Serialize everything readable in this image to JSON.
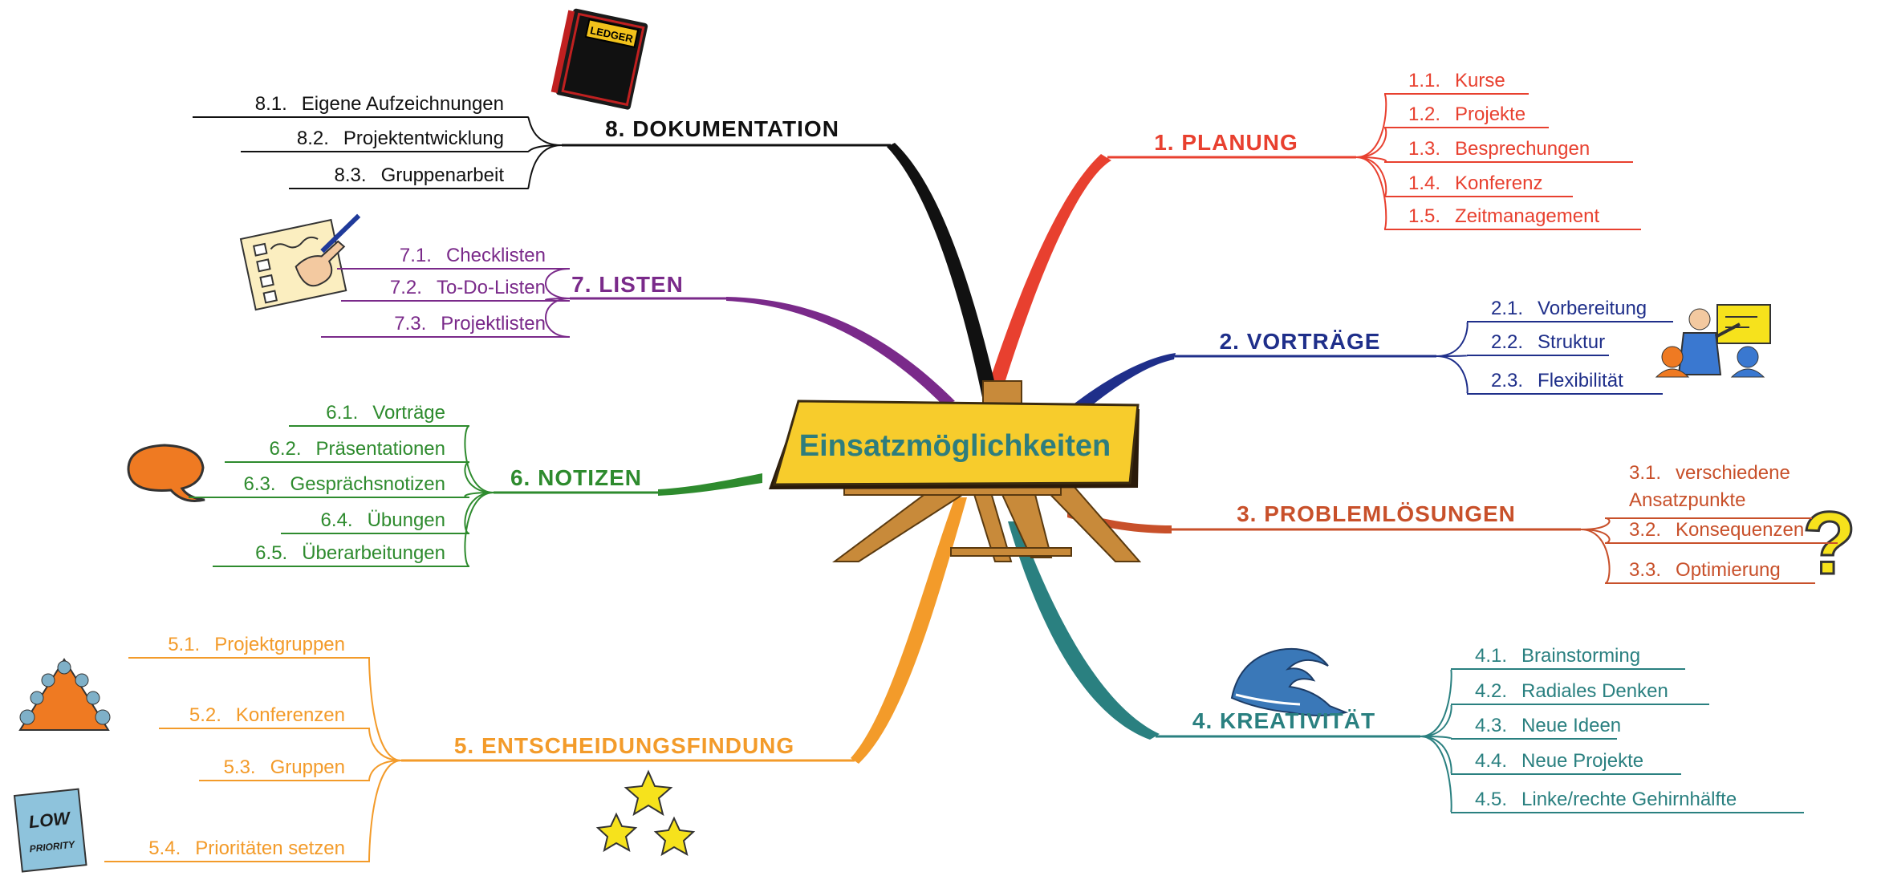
{
  "center": {
    "label": "Einsatzmöglichkeiten",
    "color": "#2e7d7d",
    "board_color": "#f7cc2c"
  },
  "branches": [
    {
      "id": "planung",
      "title": "1.  PLANUNG",
      "color": "#e8402f",
      "icon": "none",
      "items": [
        {
          "num": "1.1.",
          "text": "Kurse"
        },
        {
          "num": "1.2.",
          "text": "Projekte"
        },
        {
          "num": "1.3.",
          "text": "Besprechungen"
        },
        {
          "num": "1.4.",
          "text": "Konferenz"
        },
        {
          "num": "1.5.",
          "text": "Zeitmanagement"
        }
      ]
    },
    {
      "id": "vortraege",
      "title": "2.  VORTRÄGE",
      "color": "#1f2f8a",
      "icon": "presenter-icon",
      "items": [
        {
          "num": "2.1.",
          "text": "Vorbereitung"
        },
        {
          "num": "2.2.",
          "text": "Struktur"
        },
        {
          "num": "2.3.",
          "text": "Flexibilität"
        }
      ]
    },
    {
      "id": "problemloesungen",
      "title": "3.  PROBLEMLÖSUNGEN",
      "color": "#c8502a",
      "icon": "question-mark-icon",
      "items": [
        {
          "num": "3.1.",
          "text": "verschiedene",
          "text2": "Ansatzpunkte"
        },
        {
          "num": "3.2.",
          "text": "Konsequenzen"
        },
        {
          "num": "3.3.",
          "text": "Optimierung"
        }
      ]
    },
    {
      "id": "kreativitaet",
      "title": "4.  KREATIVITÄT",
      "color": "#2a8080",
      "icon": "wave-icon",
      "items": [
        {
          "num": "4.1.",
          "text": "Brainstorming"
        },
        {
          "num": "4.2.",
          "text": "Radiales Denken"
        },
        {
          "num": "4.3.",
          "text": "Neue Ideen"
        },
        {
          "num": "4.4.",
          "text": "Neue Projekte"
        },
        {
          "num": "4.5.",
          "text": "Linke/rechte Gehirnhälfte"
        }
      ]
    },
    {
      "id": "entscheidungsfindung",
      "title": "5.  ENTSCHEIDUNGSFINDUNG",
      "color": "#f39b2a",
      "icon": "stars-icon",
      "items": [
        {
          "num": "5.1.",
          "text": "Projektgruppen"
        },
        {
          "num": "5.2.",
          "text": "Konferenzen"
        },
        {
          "num": "5.3.",
          "text": "Gruppen"
        },
        {
          "num": "5.4.",
          "text": "Prioritäten setzen"
        }
      ]
    },
    {
      "id": "notizen",
      "title": "6.  NOTIZEN",
      "color": "#2e8b2e",
      "icon": "speech-bubble-icon",
      "items": [
        {
          "num": "6.1.",
          "text": "Vorträge"
        },
        {
          "num": "6.2.",
          "text": "Präsentationen"
        },
        {
          "num": "6.3.",
          "text": "Gesprächsnotizen"
        },
        {
          "num": "6.4.",
          "text": "Übungen"
        },
        {
          "num": "6.5.",
          "text": "Überarbeitungen"
        }
      ]
    },
    {
      "id": "listen",
      "title": "7.  LISTEN",
      "color": "#7a2a8a",
      "icon": "checklist-icon",
      "items": [
        {
          "num": "7.1.",
          "text": "Checklisten"
        },
        {
          "num": "7.2.",
          "text": "To-Do-Listen"
        },
        {
          "num": "7.3.",
          "text": "Projektlisten"
        }
      ]
    },
    {
      "id": "dokumentation",
      "title": "8.  DOKUMENTATION",
      "color": "#111111",
      "icon": "ledger-icon",
      "items": [
        {
          "num": "8.1.",
          "text": "Eigene Aufzeichnungen"
        },
        {
          "num": "8.2.",
          "text": "Projektentwicklung"
        },
        {
          "num": "8.3.",
          "text": "Gruppenarbeit"
        }
      ]
    }
  ],
  "icons": {
    "ledger_label": "LEDGER",
    "priority_label_1": "LOW",
    "priority_label_2": "PRIORITY"
  }
}
